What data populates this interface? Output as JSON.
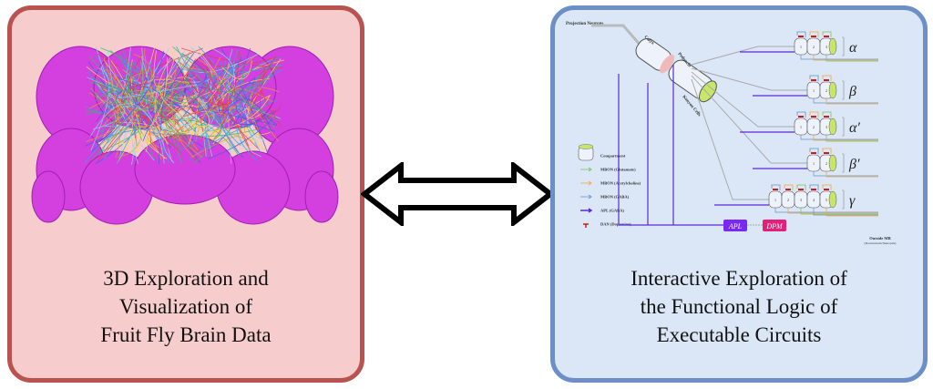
{
  "left_panel": {
    "caption_lines": [
      "3D Exploration and",
      "Visualization of",
      "Fruit Fly Brain Data"
    ]
  },
  "right_panel": {
    "caption_lines": [
      "Interactive Exploration of",
      "the Functional Logic of",
      "Executable Circuits"
    ],
    "diagram": {
      "projection_neurons": "Projection Neurons",
      "calyx": "Calyx",
      "peduncle": "Peduncle",
      "kenyon_cells": "Kenyon Cells",
      "apl": "APL",
      "dpm": "DPM",
      "outside_mb": "Outside MB",
      "outside_mb_sub": "(Downstream Neuropils)",
      "lobes": [
        {
          "label": "α",
          "compartments": [
            "1",
            "2",
            "3"
          ]
        },
        {
          "label": "β",
          "compartments": [
            "1",
            "2"
          ]
        },
        {
          "label": "α′",
          "compartments": [
            "1",
            "2",
            "3"
          ]
        },
        {
          "label": "β′",
          "compartments": [
            "1",
            "2"
          ]
        },
        {
          "label": "γ",
          "compartments": [
            "1",
            "2",
            "3",
            "4",
            "5"
          ]
        }
      ],
      "legend": [
        {
          "label": "Compartment",
          "color": "#c8e66a"
        },
        {
          "label": "MBON (Glutamate)",
          "color": "#7cc05a"
        },
        {
          "label": "MBON (Acetylcholine)",
          "color": "#f0a830"
        },
        {
          "label": "MBON (GABA)",
          "color": "#6a90c8"
        },
        {
          "label": "APL (GABA)",
          "color": "#5a2ad8"
        },
        {
          "label": "DAN (Dopamine)",
          "color": "#c82020"
        }
      ]
    }
  },
  "arrow": {
    "type": "double-headed"
  },
  "colors": {
    "left_bg": "#f6cccc",
    "left_border": "#b9534f",
    "right_bg": "#dbe7f7",
    "right_border": "#6b8fc6",
    "brain": "#d63ee0"
  }
}
